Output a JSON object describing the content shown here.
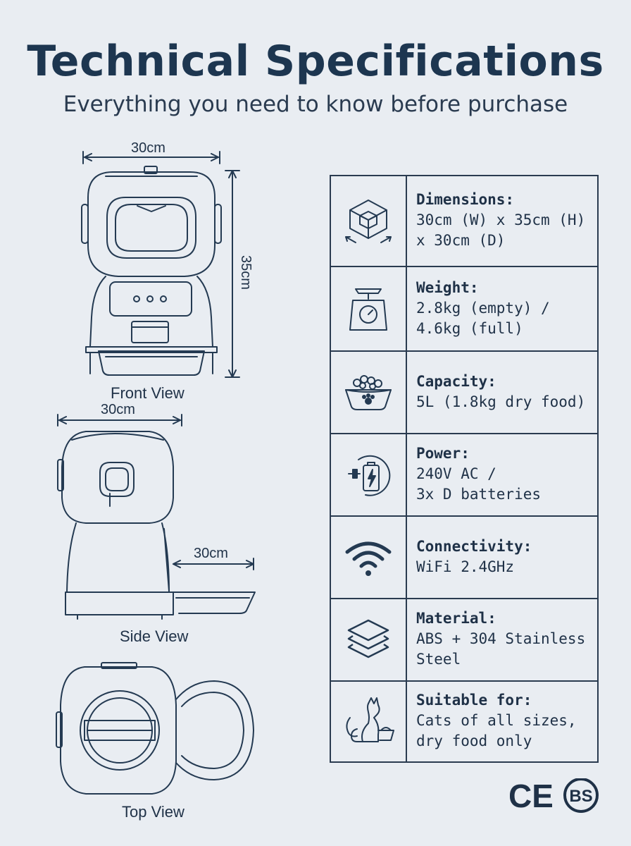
{
  "header": {
    "title": "Technical Specifications",
    "subtitle": "Everything you need to know before purchase"
  },
  "views": {
    "front": {
      "label": "Front View",
      "width": "30cm",
      "height": "35cm"
    },
    "side": {
      "label": "Side View",
      "width": "30cm",
      "tray": "30cm"
    },
    "top": {
      "label": "Top View"
    }
  },
  "specs": [
    {
      "key": "Dimensions:",
      "value": "30cm (W) x 35cm (H)\nx 30cm (D)",
      "icon": "cube-dimensions-icon"
    },
    {
      "key": "Weight:",
      "value": "2.8kg (empty) /\n4.6kg (full)",
      "icon": "scale-icon"
    },
    {
      "key": "Capacity:",
      "value": "5L (1.8kg dry food)",
      "icon": "food-bowl-icon"
    },
    {
      "key": "Power:",
      "value": "240V AC /\n3x D batteries",
      "icon": "battery-plug-icon"
    },
    {
      "key": "Connectivity:",
      "value": "WiFi 2.4GHz",
      "icon": "wifi-icon"
    },
    {
      "key": "Material:",
      "value": "ABS + 304 Stainless\nSteel",
      "icon": "layers-icon"
    },
    {
      "key": "Suitable for:",
      "value": "Cats of all sizes,\ndry food only",
      "icon": "cat-icon"
    }
  ],
  "certifications": {
    "ce": "CE",
    "bs": "BS"
  },
  "colors": {
    "background": "#e9edf2",
    "ink": "#1f3147",
    "title": "#1d3650"
  }
}
